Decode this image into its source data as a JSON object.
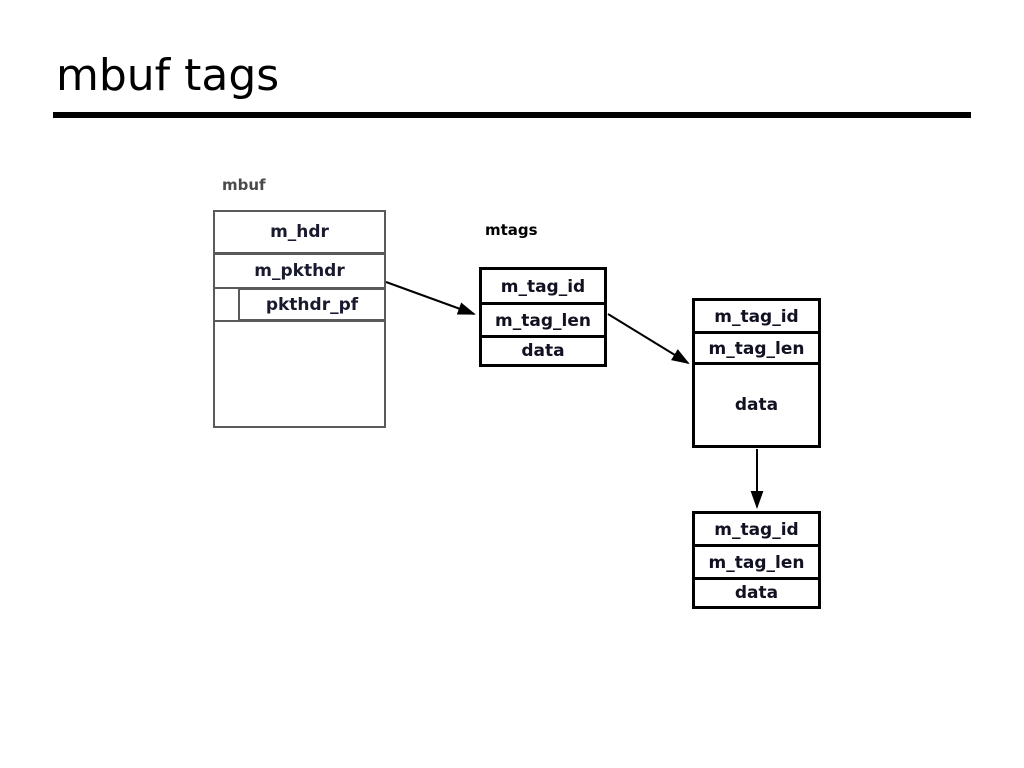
{
  "slide": {
    "title": "mbuf tags"
  },
  "diagram": {
    "mbuf": {
      "caption": "mbuf",
      "rows": [
        {
          "label": "m_hdr"
        },
        {
          "label": "m_pkthdr"
        },
        {
          "label": "pkthdr_pf"
        },
        {
          "label": ""
        }
      ]
    },
    "mtags": {
      "caption": "mtags",
      "boxes": [
        {
          "name": "mtag-1",
          "rows": [
            {
              "label": "m_tag_id"
            },
            {
              "label": "m_tag_len"
            },
            {
              "label": "data"
            }
          ]
        },
        {
          "name": "mtag-2",
          "rows": [
            {
              "label": "m_tag_id"
            },
            {
              "label": "m_tag_len"
            },
            {
              "label": "data"
            }
          ]
        },
        {
          "name": "mtag-3",
          "rows": [
            {
              "label": "m_tag_id"
            },
            {
              "label": "m_tag_len"
            },
            {
              "label": "data"
            }
          ]
        }
      ]
    },
    "connectors": [
      {
        "name": "arrow-mbuf-to-mtag1"
      },
      {
        "name": "arrow-mtag1-to-mtag2"
      },
      {
        "name": "arrow-mtag2-to-mtag3"
      }
    ]
  },
  "colors": {
    "background": "#ffffff",
    "title_text": "#000000",
    "rule": "#000000",
    "struct_border": "#5a5a5a",
    "tag_border": "#000000",
    "label_text": "#1a1a2e",
    "caption_mbuf": "#4a4a4a",
    "caption_mtags": "#000000"
  }
}
